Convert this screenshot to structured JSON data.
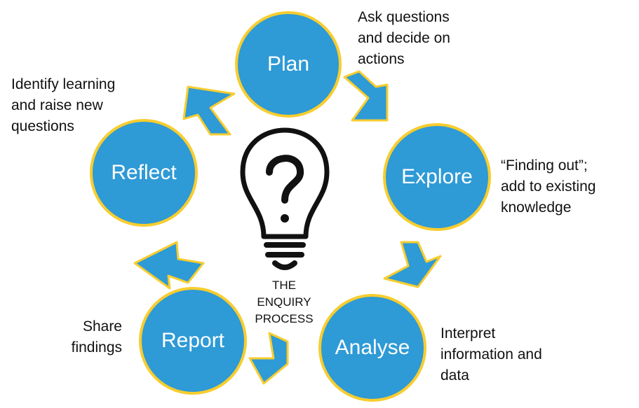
{
  "stages": [
    {
      "id": "plan",
      "label": "Plan",
      "description": [
        "Ask questions",
        "and decide on",
        "actions"
      ]
    },
    {
      "id": "explore",
      "label": "Explore",
      "description": [
        "“Finding out”;",
        "add to existing",
        "knowledge"
      ]
    },
    {
      "id": "analyse",
      "label": "Analyse",
      "description": [
        "Interpret",
        "information and",
        "data"
      ]
    },
    {
      "id": "report",
      "label": "Report",
      "description": [
        "Share",
        "findings"
      ]
    },
    {
      "id": "reflect",
      "label": "Reflect",
      "description": [
        "Identify learning",
        "and raise new",
        "questions"
      ]
    }
  ],
  "center": {
    "lines": [
      "THE",
      "ENQUIRY",
      "PROCESS"
    ],
    "icon": "lightbulb-question-icon"
  },
  "colors": {
    "circle_fill": "#2e9ad6",
    "circle_border": "#f7cd2f",
    "arrow_fill": "#2e9ad6",
    "arrow_border": "#f7cd2f"
  }
}
